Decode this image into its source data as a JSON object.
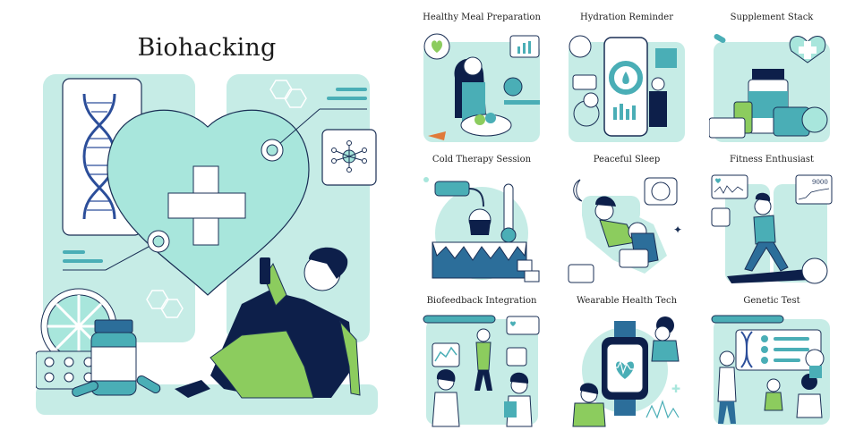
{
  "hero": {
    "title": "Biohacking",
    "text_lines": {},
    "colors": {
      "mint_light": "#c6ece6",
      "mint": "#a8e6dc",
      "teal": "#4aaeb6",
      "navy": "#0d1f4a",
      "green": "#8ccc5e",
      "dna_blue": "#2c4e9a",
      "outline": "#1a2f55"
    },
    "icons": [
      "dna-icon",
      "heart-cross-icon",
      "molecule-icon",
      "hexagon-icon",
      "lemon-slice-icon",
      "pill-bottle-icon",
      "pill-blister-icon",
      "capsule-icon",
      "smartphone-icon",
      "person-sitting-illustration"
    ]
  },
  "tiles": [
    {
      "title": "Healthy Meal Preparation",
      "icon": "meal-prep-illustration"
    },
    {
      "title": "Hydration Reminder",
      "icon": "hydration-illustration"
    },
    {
      "title": "Supplement Stack",
      "icon": "supplements-illustration"
    },
    {
      "title": "Cold Therapy Session",
      "icon": "cold-therapy-illustration"
    },
    {
      "title": "Peaceful Sleep",
      "icon": "sleep-illustration"
    },
    {
      "title": "Fitness Enthusiast",
      "icon": "fitness-illustration",
      "step_count": "9000"
    },
    {
      "title": "Biofeedback Integration",
      "icon": "biofeedback-illustration"
    },
    {
      "title": "Wearable Health Tech",
      "icon": "wearable-illustration"
    },
    {
      "title": "Genetic Test",
      "icon": "genetic-test-illustration"
    }
  ]
}
